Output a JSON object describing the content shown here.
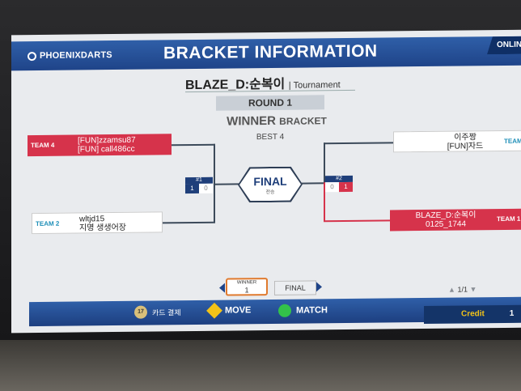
{
  "header": {
    "logo": "PHOENIXDARTS",
    "title": "BRACKET INFORMATION",
    "status": "ONLIN"
  },
  "tournament": {
    "name": "BLAZE_D:순복이",
    "type": "| Tournament"
  },
  "round": {
    "label": "ROUND 1",
    "bracket_main": "WINNER",
    "bracket_sub": "BRACKET",
    "best": "BEST 4"
  },
  "left": {
    "top": {
      "team": "TEAM 4",
      "players": [
        "[FUN]zzamsu87",
        "[FUN] call486cc"
      ]
    },
    "bottom": {
      "team": "TEAM 2",
      "players": [
        "wltjd15",
        "지명 생생어장"
      ]
    },
    "match": {
      "no": "#1",
      "score_a": "1",
      "score_b": "0"
    }
  },
  "right": {
    "top": {
      "team": "TEAM",
      "players": [
        "이주짱",
        "[FUN]자드"
      ]
    },
    "bottom": {
      "team": "TEAM 1",
      "players": [
        "BLAZE_D:순복이",
        "0125_1744"
      ]
    },
    "match": {
      "no": "#2",
      "score_a": "0",
      "score_b": "1"
    }
  },
  "final": {
    "label": "FINAL",
    "sub": "전승"
  },
  "nav": {
    "winner_top": "WINNER",
    "winner_num": "1",
    "final_label": "FINAL",
    "page": "1/1"
  },
  "bottom": {
    "card_icon_text": "17",
    "card_label": "카드 결제",
    "move_label": "MOVE",
    "match_label": "MATCH",
    "credit_label": "Credit",
    "credit_value": "1"
  },
  "colors": {
    "red": "#d6334b",
    "blue": "#1f4489",
    "accent_orange": "#e07a2e",
    "credit_yellow": "#f2c318"
  }
}
